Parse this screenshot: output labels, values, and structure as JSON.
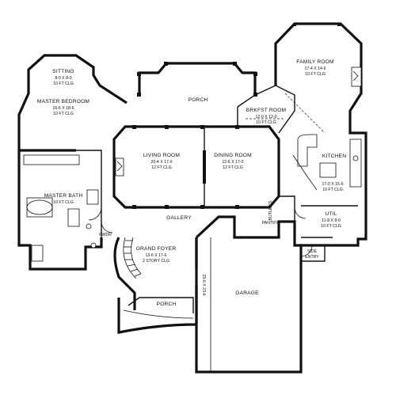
{
  "rooms": {
    "family_room": {
      "name": "FAMILY ROOM",
      "size": "17-4 X 14-6",
      "ceiling": "10 FT CLG"
    },
    "sitting": {
      "name": "SITTING",
      "size": "8-0 X 8-0",
      "ceiling": "10 FT CLG"
    },
    "master_bedroom": {
      "name": "MASTER BEDROOM",
      "size": "16-6 X 18-6",
      "ceiling": "10 FT CLG"
    },
    "porch_rear": {
      "name": "PORCH"
    },
    "brkfst_room": {
      "name": "BRKFST ROOM",
      "size": "12-0 X 12-0",
      "ceiling": "10 FT CLG"
    },
    "living_room": {
      "name": "LIVING ROOM",
      "size": "20-4 X 17-0",
      "ceiling": "12 FT CLG"
    },
    "dining_room": {
      "name": "DINING ROOM",
      "size": "12-6 X 17-0",
      "ceiling": "12 FT CLG"
    },
    "kitchen": {
      "name": "KITCHEN",
      "size": "17-0 X 15-6",
      "ceiling": "10 FT CLG"
    },
    "master_bath": {
      "name": "MASTER BATH",
      "ceiling": "10 FT CLG"
    },
    "gallery": {
      "name": "GALLERY"
    },
    "pwdr": {
      "name": "PWDR"
    },
    "util": {
      "name": "UTIL",
      "size": "11-8 X 8-0",
      "ceiling": "10 FT CLG"
    },
    "pantry": {
      "name": "PANTRY"
    },
    "butlers_pantry": {
      "name": "BUTLER'S"
    },
    "grand_foyer": {
      "name": "GRAND FOYER",
      "size": "13-6 X 17-6",
      "ceiling": "2 STORY CLG"
    },
    "side_entry": {
      "name": "SIDE",
      "name2": "ENTRY"
    },
    "garage": {
      "name": "GARAGE",
      "dims_label": "25-6 X 23-6"
    },
    "porch_front": {
      "name": "PORCH"
    }
  }
}
